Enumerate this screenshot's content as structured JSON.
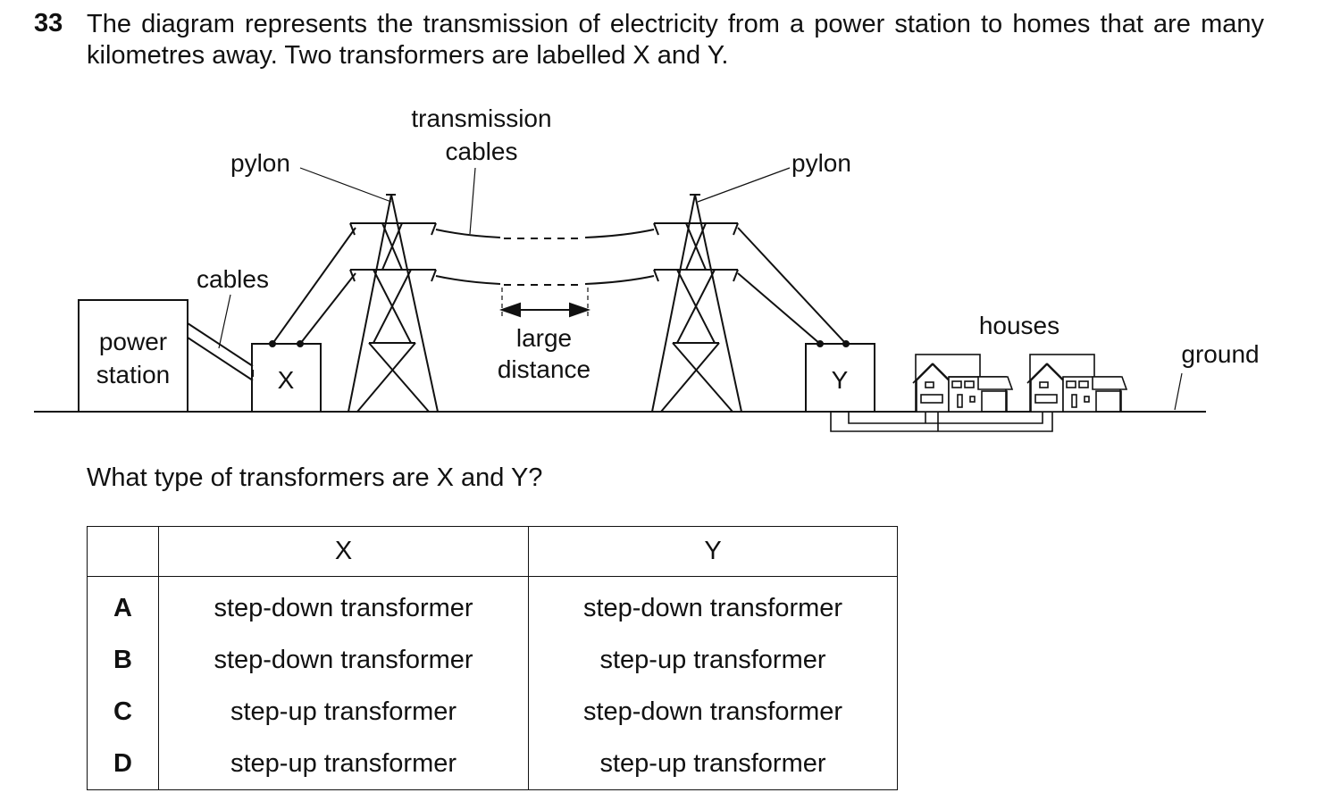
{
  "question": {
    "number": "33",
    "text": "The diagram represents the transmission of electricity from a power station to homes that are many kilometres away. Two transformers are labelled X and Y.",
    "prompt": "What type of transformers are X and Y?"
  },
  "diagram": {
    "labels": {
      "pylon_left": "pylon",
      "transmission_cables_1": "transmission",
      "transmission_cables_2": "cables",
      "pylon_right": "pylon",
      "cables": "cables",
      "power_station_1": "power",
      "power_station_2": "station",
      "transformer_x": "X",
      "large_distance_1": "large",
      "large_distance_2": "distance",
      "transformer_y": "Y",
      "houses": "houses",
      "ground": "ground"
    }
  },
  "table": {
    "headers": [
      "",
      "X",
      "Y"
    ],
    "rows": [
      {
        "option": "A",
        "x": "step-down transformer",
        "y": "step-down transformer"
      },
      {
        "option": "B",
        "x": "step-down transformer",
        "y": "step-up transformer"
      },
      {
        "option": "C",
        "x": "step-up transformer",
        "y": "step-down transformer"
      },
      {
        "option": "D",
        "x": "step-up transformer",
        "y": "step-up transformer"
      }
    ]
  }
}
